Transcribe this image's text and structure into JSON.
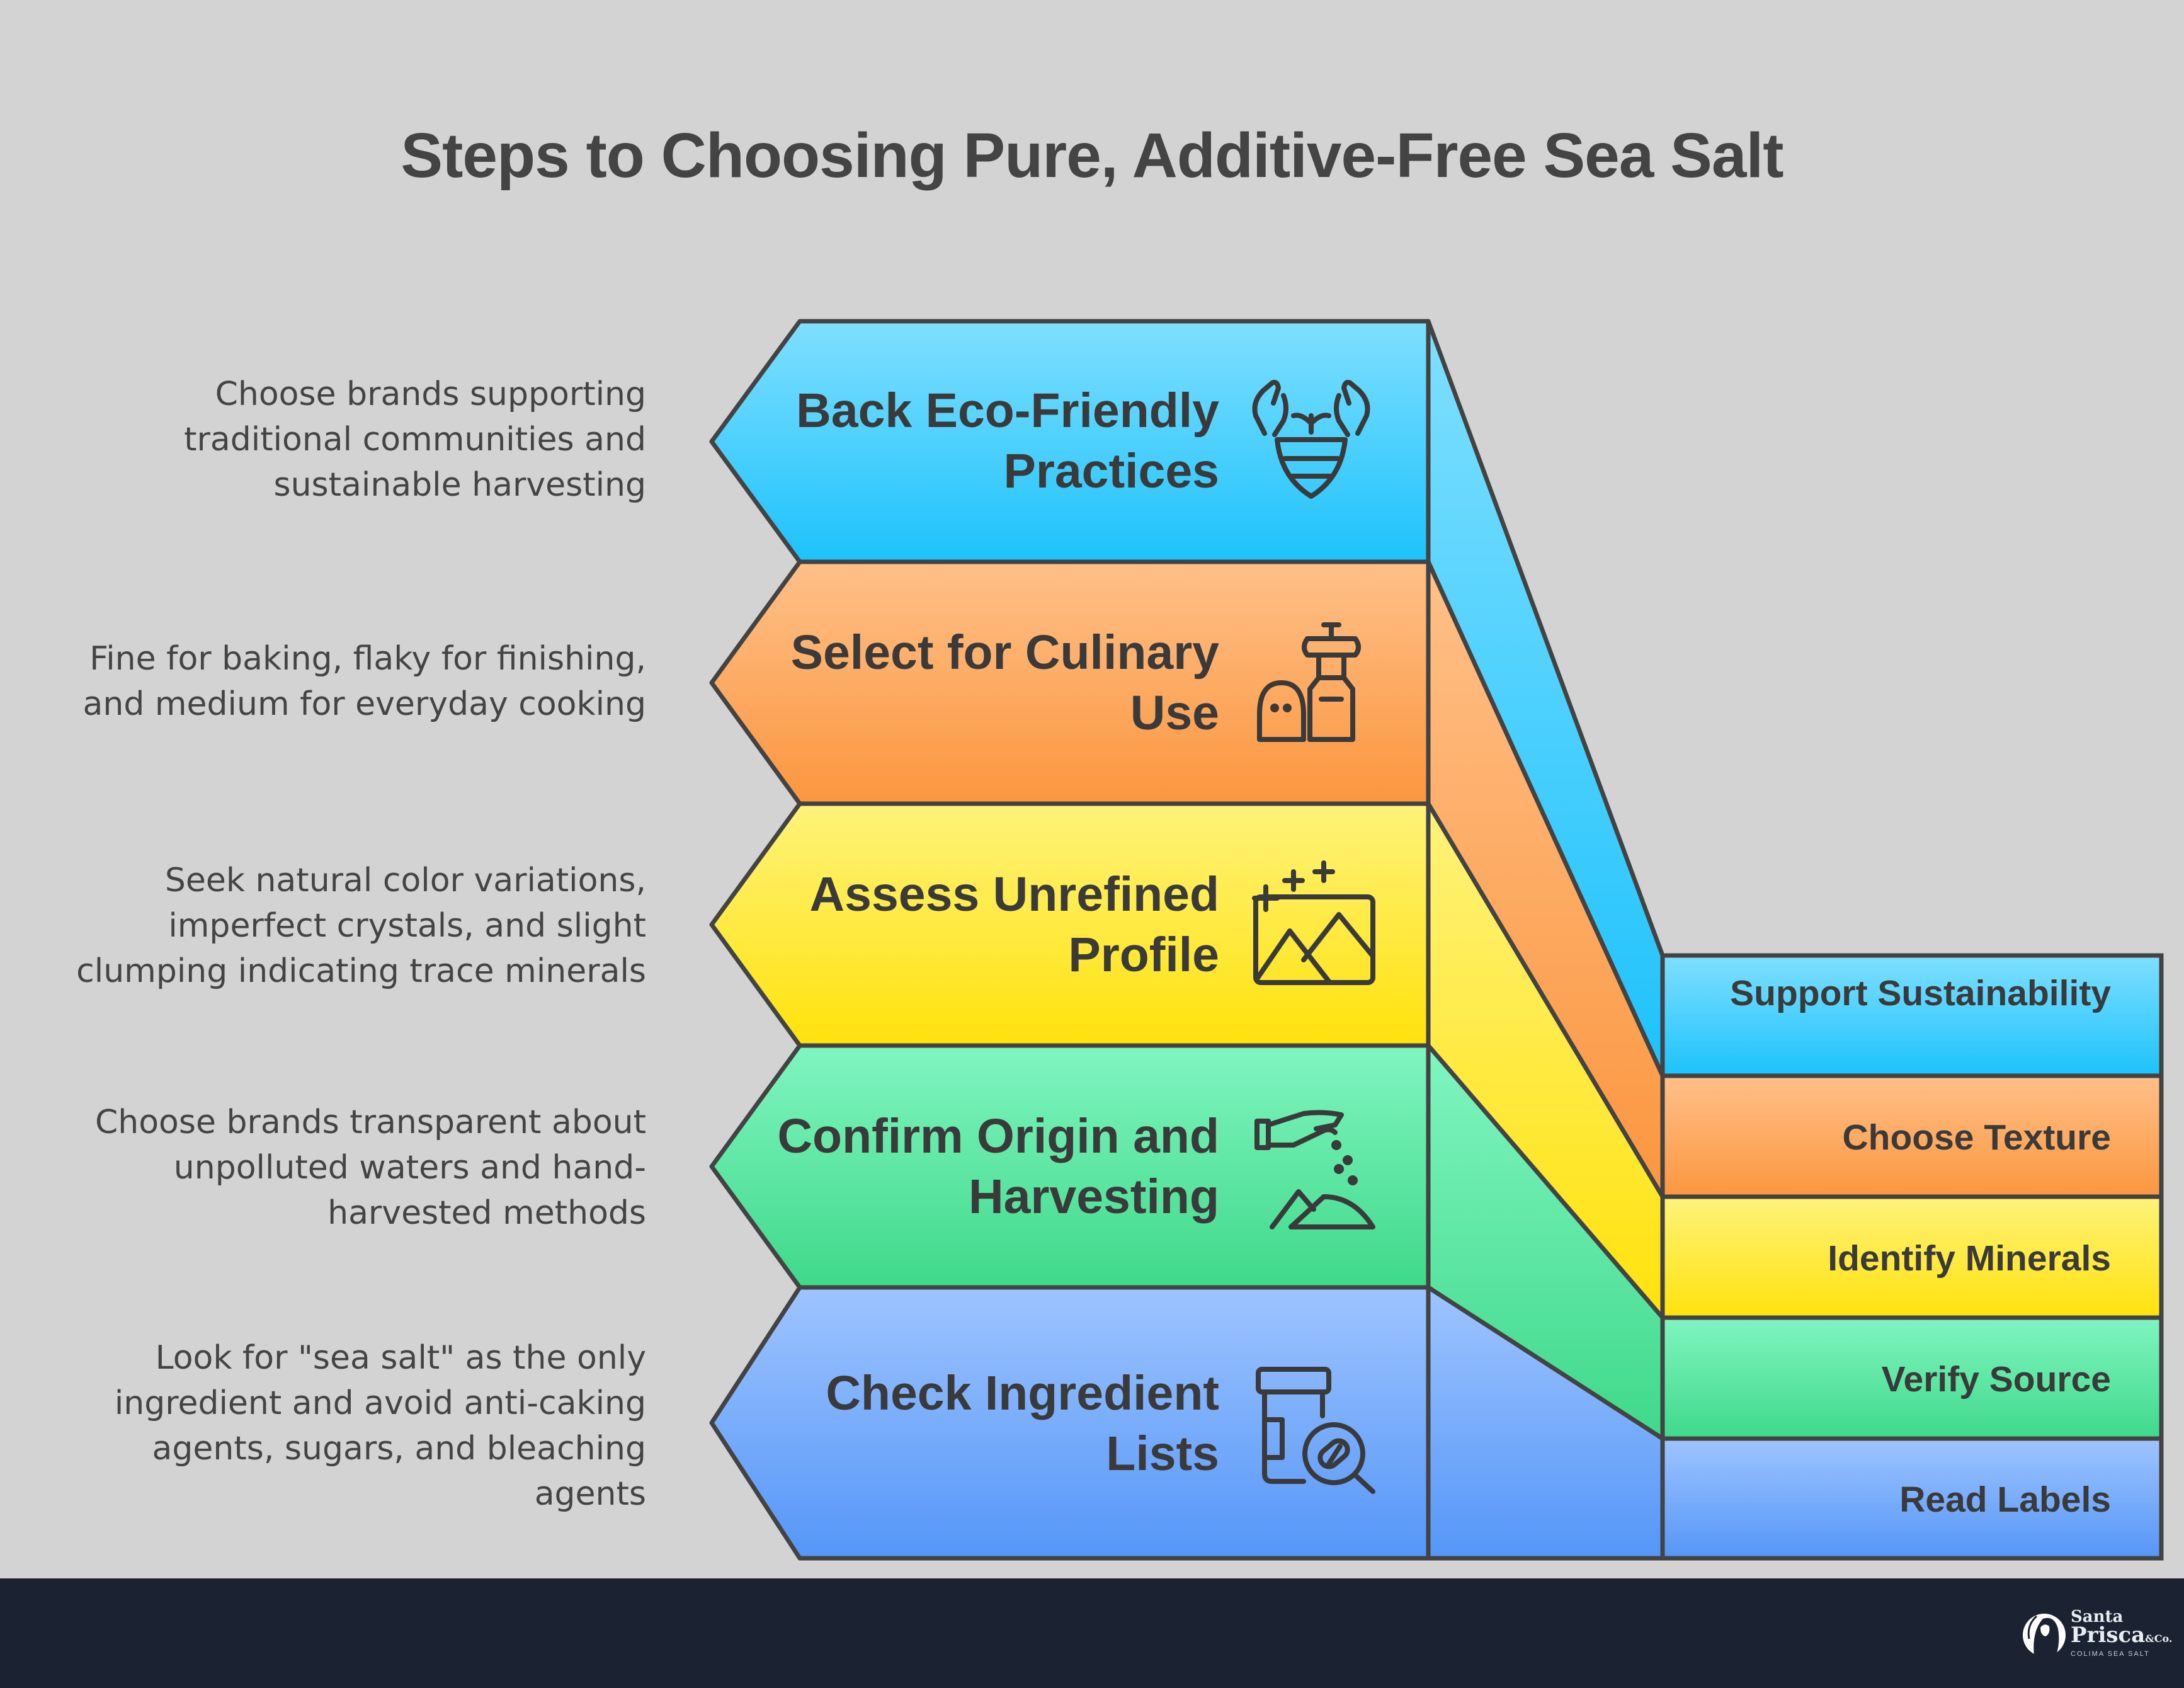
{
  "title": "Steps to Choosing Pure, Additive-Free Sea Salt",
  "steps": [
    {
      "label": "Check Ingredient Lists",
      "description": "Look for \"sea salt\" as the only ingredient and avoid anti-caking agents, sugars, and bleaching agents",
      "result": "Read Labels",
      "icon": "ingredient-jar-magnifier-icon",
      "color_top": "#9ec4ff",
      "color_bottom": "#5596f8"
    },
    {
      "label": "Confirm Origin and Harvesting",
      "description": "Choose brands transparent about unpolluted waters and hand-harvested methods",
      "result": "Verify Source",
      "icon": "hand-pouring-salt-icon",
      "color_top": "#80f5c0",
      "color_bottom": "#3fd98a"
    },
    {
      "label": "Assess Unrefined Profile",
      "description": "Seek natural color variations, imperfect crystals, and slight clumping indicating trace minerals",
      "result": "Identify Minerals",
      "icon": "sparkle-landscape-icon",
      "color_top": "#fff27a",
      "color_bottom": "#ffe20c"
    },
    {
      "label": "Select for Culinary Use",
      "description": "Fine for baking, flaky for finishing, and medium for everyday cooking",
      "result": "Choose Texture",
      "icon": "salt-pepper-shaker-icon",
      "color_top": "#ffc088",
      "color_bottom": "#fb963f"
    },
    {
      "label": "Back Eco-Friendly Practices",
      "description": "Choose brands supporting traditional communities and sustainable harvesting",
      "result": "Support Sustainability",
      "icon": "hands-plant-bowl-icon",
      "color_top": "#7fdfff",
      "color_bottom": "#1dc2fc"
    }
  ],
  "brand": {
    "line1": "Santa",
    "line2": "Prisca",
    "suffix": "&Co.",
    "line3": "COLIMA SEA SALT",
    "icon": "virgin-silhouette-logo-icon"
  },
  "colors": {
    "background": "#d3d3d3",
    "footer": "#1b2332",
    "stroke": "#434343",
    "text": "#3a3a3a"
  }
}
